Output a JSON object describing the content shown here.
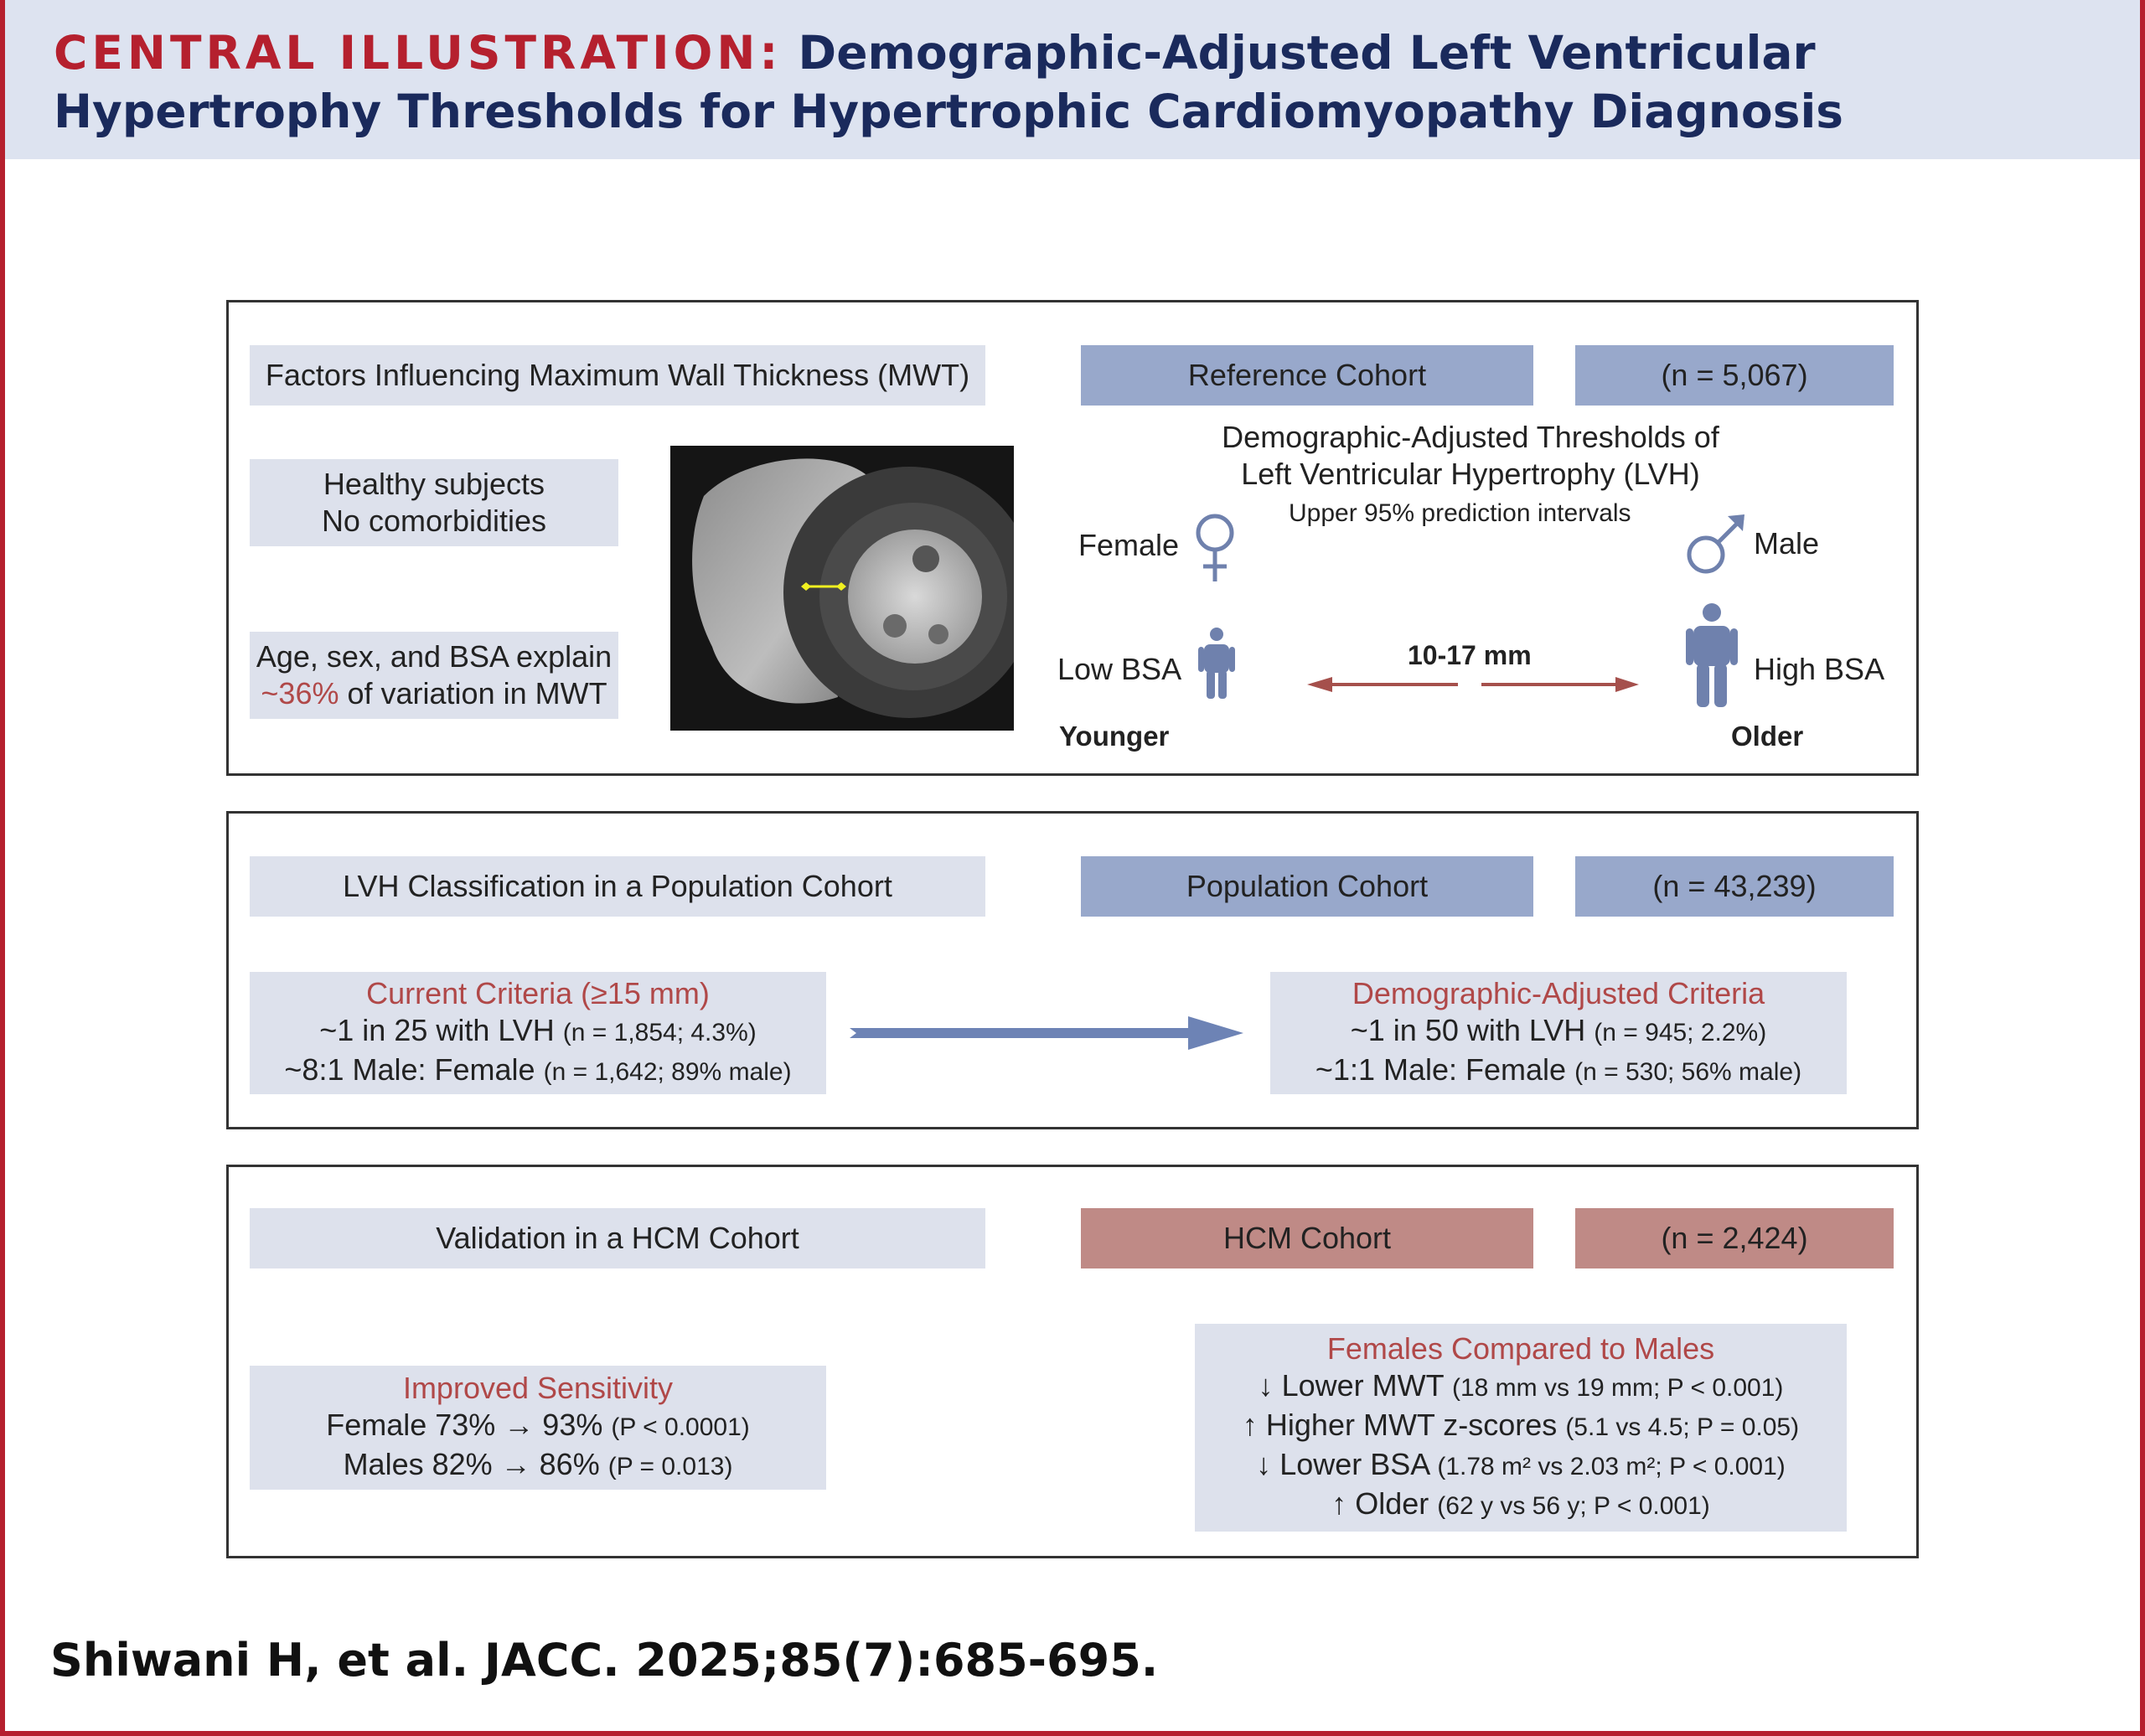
{
  "header": {
    "lead": "CENTRAL ILLUSTRATION:",
    "title_line1": "Demographic-Adjusted Left Ventricular",
    "title_line2": "Hypertrophy Thresholds for Hypertrophic Cardiomyopathy Diagnosis"
  },
  "panel1": {
    "heading": "Factors Influencing Maximum Wall Thickness (MWT)",
    "cohort_label": "Reference Cohort",
    "cohort_n": "(n = 5,067)",
    "healthy_line1": "Healthy subjects",
    "healthy_line2": "No comorbidities",
    "explain_line1": "Age, sex, and BSA explain",
    "explain_pct": "~36%",
    "explain_rest": "of variation in MWT",
    "thresholds_line1": "Demographic-Adjusted Thresholds of",
    "thresholds_line2": "Left Ventricular Hypertrophy (LVH)",
    "intervals": "Upper 95% prediction intervals",
    "female": "Female",
    "male": "Male",
    "low_bsa": "Low BSA",
    "high_bsa": "High BSA",
    "range": "10-17 mm",
    "younger": "Younger",
    "older": "Older"
  },
  "panel2": {
    "heading": "LVH Classification in a Population Cohort",
    "cohort_label": "Population Cohort",
    "cohort_n": "(n = 43,239)",
    "current_title": "Current Criteria (≥15 mm)",
    "current_line1_main": "~1 in 25 with LVH",
    "current_line1_detail": "(n = 1,854; 4.3%)",
    "current_line2_main": "~8:1 Male: Female",
    "current_line2_detail": "(n = 1,642; 89% male)",
    "adjusted_title": "Demographic-Adjusted Criteria",
    "adjusted_line1_main": "~1 in 50 with LVH",
    "adjusted_line1_detail": "(n = 945; 2.2%)",
    "adjusted_line2_main": "~1:1 Male: Female",
    "adjusted_line2_detail": "(n = 530; 56% male)"
  },
  "panel3": {
    "heading": "Validation in a HCM Cohort",
    "cohort_label": "HCM Cohort",
    "cohort_n": "(n = 2,424)",
    "sens_title": "Improved Sensitivity",
    "sens_female_main": "Female 73% → 93%",
    "sens_female_p": "(P < 0.0001)",
    "sens_male_main": "Males 82% → 86%",
    "sens_male_p": "(P = 0.013)",
    "cmp_title": "Females Compared to Males",
    "cmp_1_main": "↓ Lower MWT",
    "cmp_1_detail": "(18 mm vs 19 mm; P < 0.001)",
    "cmp_2_main": "↑ Higher MWT z-scores",
    "cmp_2_detail": "(5.1 vs 4.5; P = 0.05)",
    "cmp_3_main": "↓ Lower BSA",
    "cmp_3_detail": "(1.78 m² vs 2.03 m²; P < 0.001)",
    "cmp_4_main": "↑ Older",
    "cmp_4_detail": "(62 y vs 56 y; P < 0.001)"
  },
  "citation": "Shiwani H, et al. JACC. 2025;85(7):685-695.",
  "colors": {
    "brand_red": "#b5202e",
    "title_navy": "#1a2a5c",
    "header_bg": "#dde3f0",
    "box_light": "#dde1ec",
    "box_blue": "#98a8cb",
    "box_red": "#bf8a86",
    "text_red": "#b04848",
    "icon_blue": "#6f81ad",
    "arrow_red": "#a5504c"
  },
  "icons": [
    "female-symbol-icon",
    "male-symbol-icon",
    "small-person-icon",
    "large-person-icon",
    "double-arrow-icon",
    "right-arrow-icon"
  ]
}
